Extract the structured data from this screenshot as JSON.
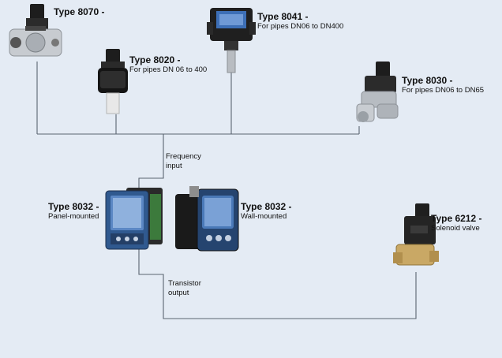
{
  "devices": {
    "t8070": {
      "type": "Type 8070 -",
      "desc": ""
    },
    "t8041": {
      "type": "Type 8041 -",
      "desc": "For pipes DN06 to DN400"
    },
    "t8020": {
      "type": "Type 8020 -",
      "desc": "For pipes DN 06 to 400"
    },
    "t8030": {
      "type": "Type 8030 -",
      "desc": "For pipes DN06 to DN65"
    },
    "t8032_panel": {
      "type": "Type 8032 -",
      "desc": "Panel-mounted"
    },
    "t8032_wall": {
      "type": "Type 8032 -",
      "desc": "Wall-mounted"
    },
    "t6212": {
      "type": "Type 6212 -",
      "desc": "Solenoid valve"
    }
  },
  "signals": {
    "frequency": {
      "line1": "Frequency",
      "line2": "input"
    },
    "transistor": {
      "line1": "Transistor",
      "line2": "output"
    }
  },
  "colors": {
    "background": "#e4ebf4",
    "wire": "#5a6470",
    "device_dark": "#1c1c1c",
    "display_blue": "#3d6fb6"
  },
  "icons": {
    "t8070": "flowmeter-icon",
    "t8041": "flow-transmitter-icon",
    "t8020": "insertion-sensor-icon",
    "t8030": "inline-flow-sensor-icon",
    "t8032_panel": "panel-controller-icon",
    "t8032_wall": "wall-controller-icon",
    "t6212": "solenoid-valve-icon"
  }
}
